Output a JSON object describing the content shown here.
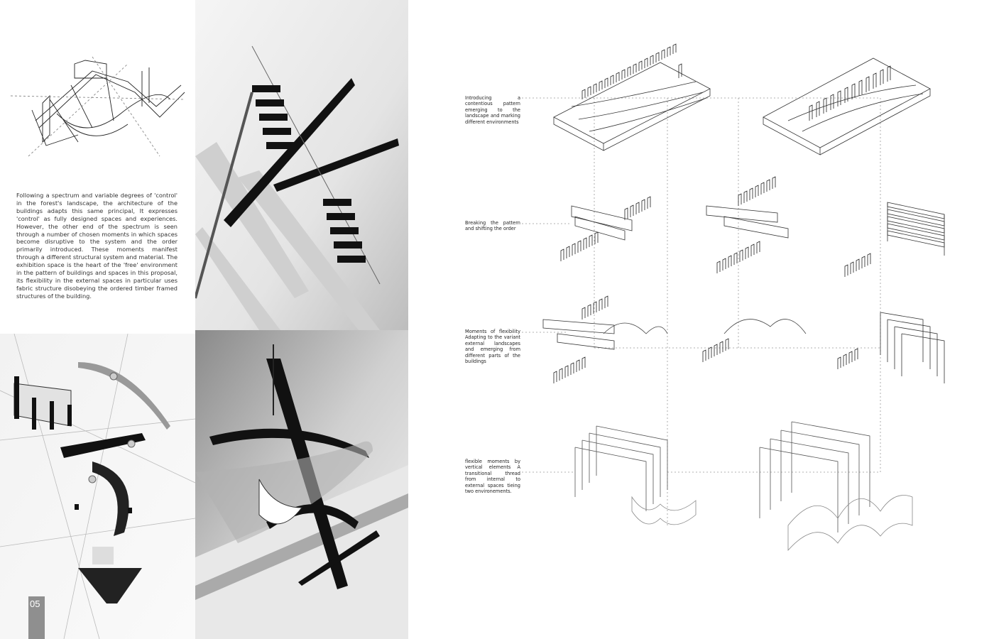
{
  "page": {
    "number": "05",
    "body_text": "Following a spectrum and variable degrees of 'control' in the forest's landscape, the architecture of the buildings adapts this same principal, It expresses 'control' as fully designed spaces and experiences. However, the other end of the spectrum is seen through a number of chosen moments in which spaces become disruptive to the system and the order primarily introduced. These moments manifest through a different structural system and material. The exhibition space is the heart of the 'free' environment in the pattern of buildings and spaces in this proposal, its flexibility in the external spaces in particular uses fabric structure disobeying the ordered timber framed structures of the building."
  },
  "annotations": [
    {
      "text": "Introducing a contentious pattern emerging to the landscape and marking different environments"
    },
    {
      "text": "Breaking the pattern and shifting the order"
    },
    {
      "text": "Moments of flexibility Adapting to the variant external landscapes and emerging from different parts of the buildings"
    },
    {
      "text": "flexible moments by vertical elements A transitional thread from internal to external spaces tieing two environements."
    }
  ],
  "colors": {
    "page_number_box": "#8f8f8f",
    "ink": "#222222"
  }
}
